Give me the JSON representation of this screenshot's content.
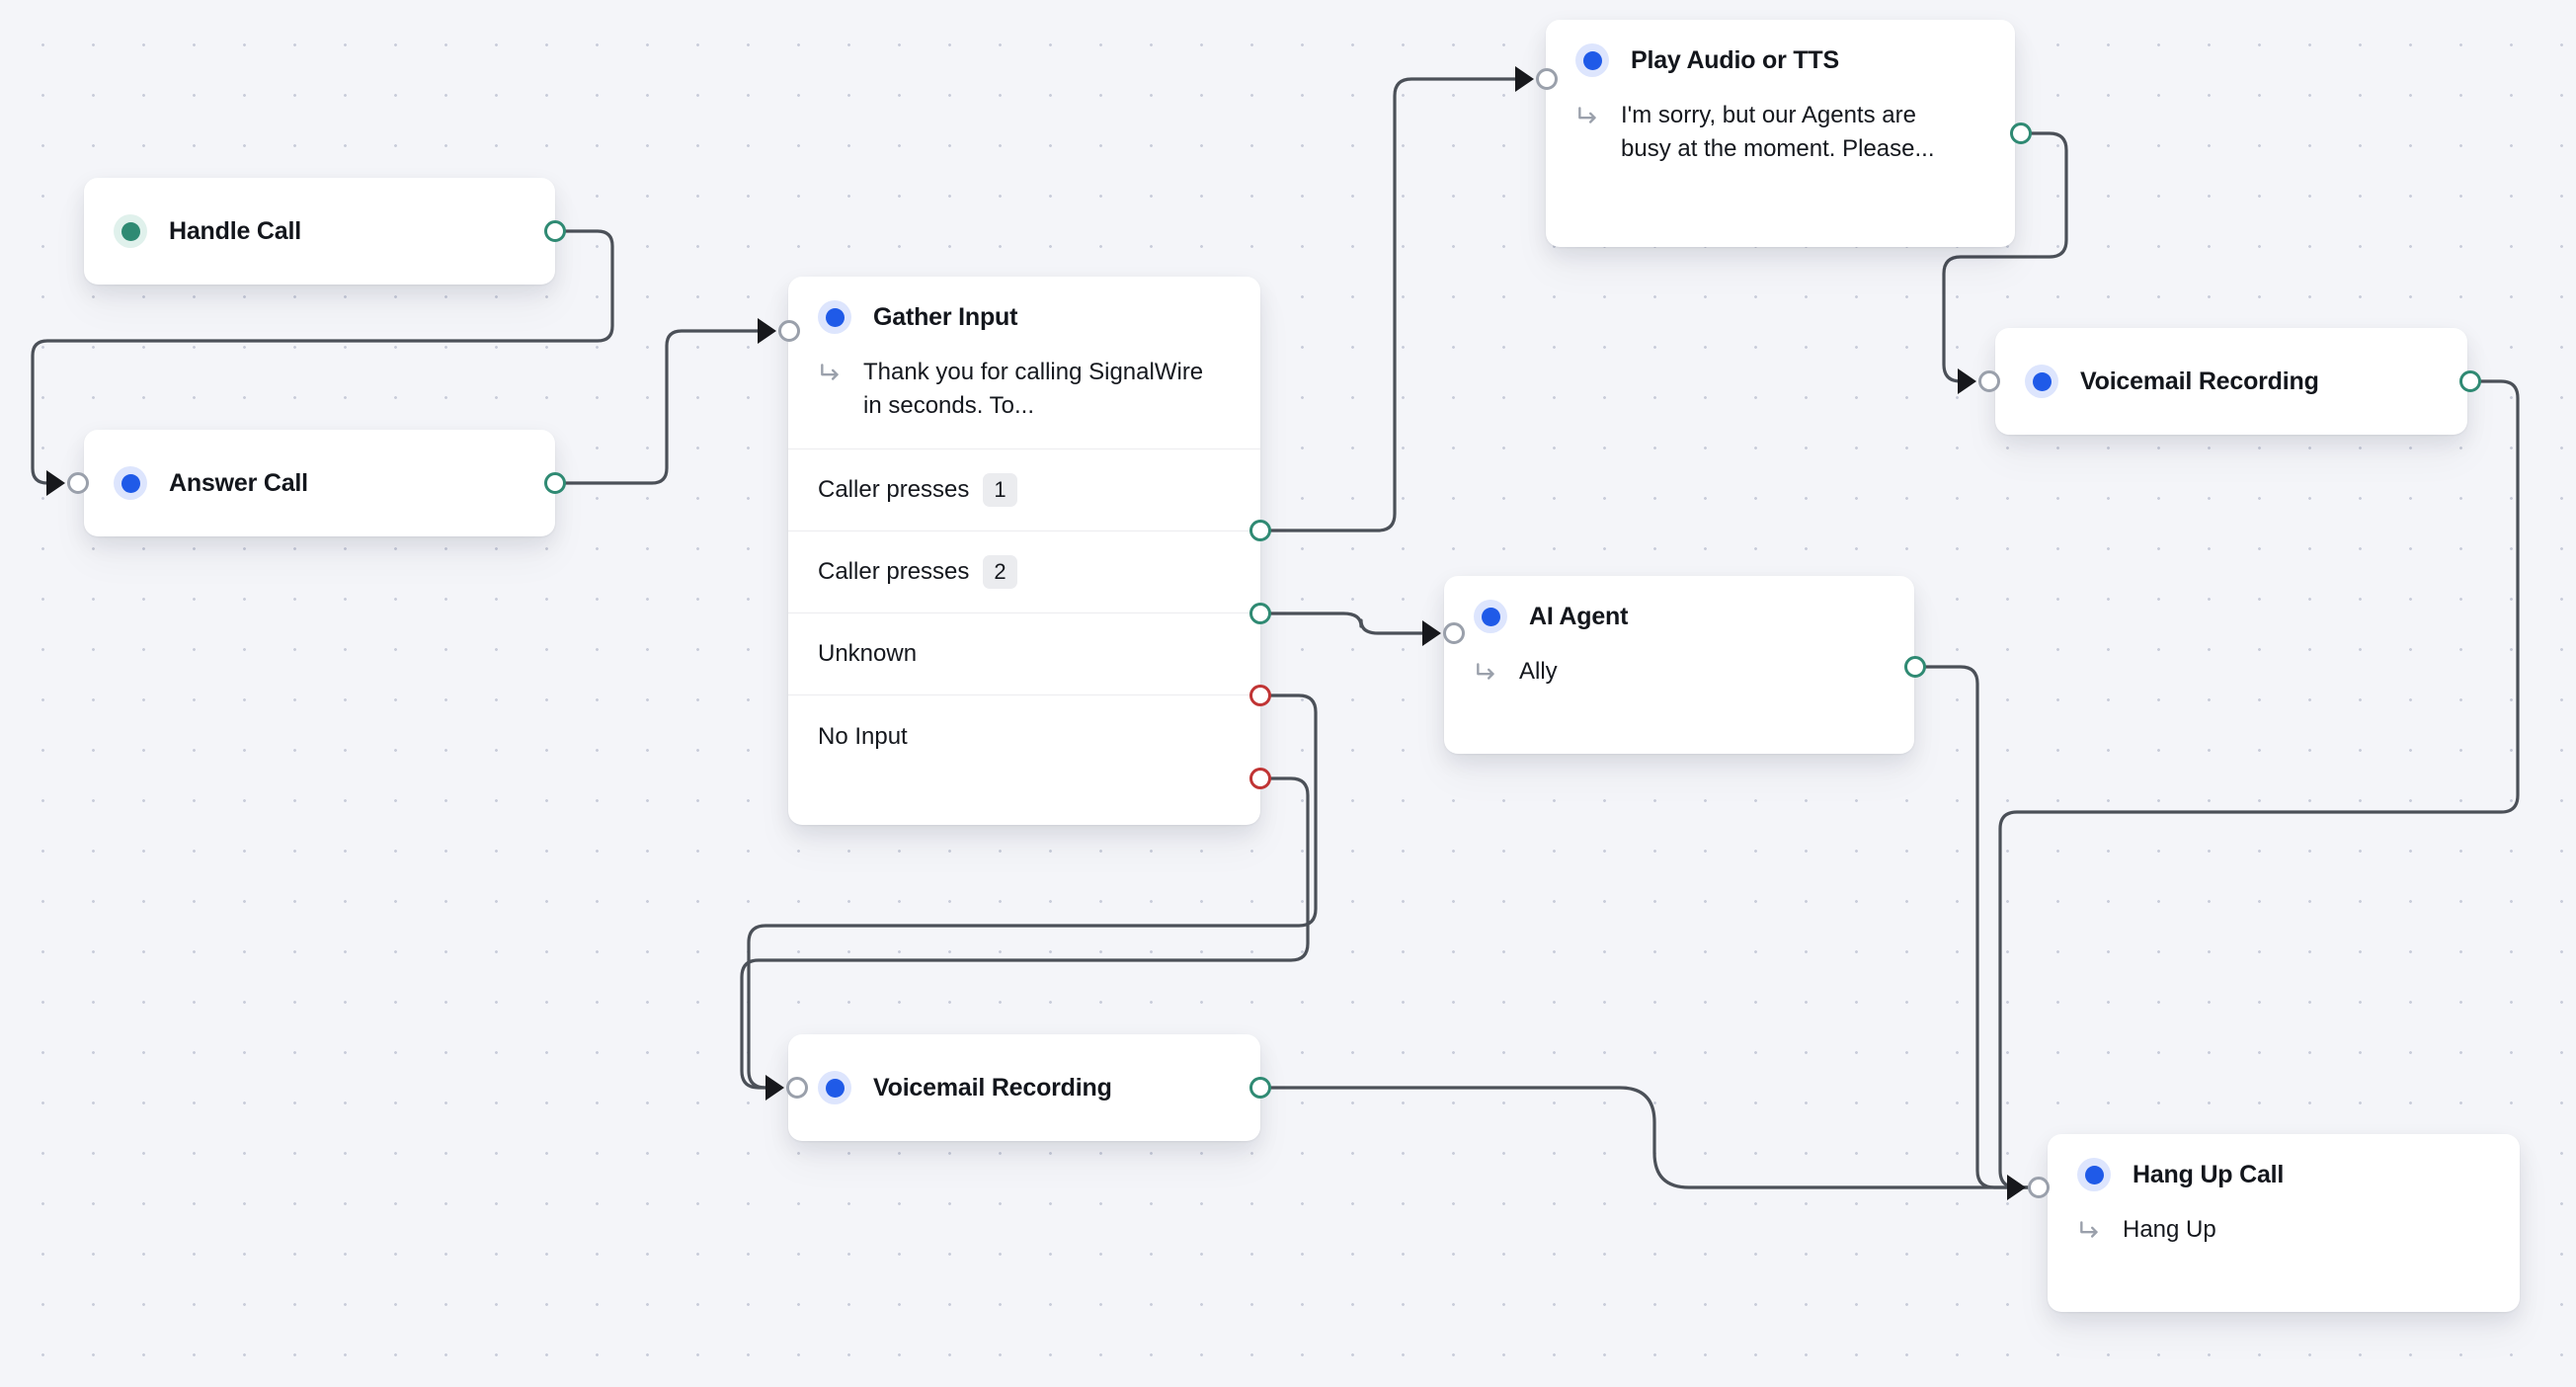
{
  "canvas": {
    "background_color": "#f4f5f9",
    "grid": "dot-grid",
    "edge_color": "#4b5058"
  },
  "palette": {
    "trigger_dot": "#2f8a73",
    "action_dot": "#1f5ae8",
    "port_success": "#2f8a73",
    "port_error": "#c03434",
    "port_input": "#9aa0ab",
    "badge_bg": "#ebecef",
    "card_bg": "#ffffff"
  },
  "nodes": [
    {
      "id": "handle-call",
      "title": "Handle Call",
      "dot": "green",
      "subtitle": null,
      "has_input": false,
      "branches": []
    },
    {
      "id": "answer-call",
      "title": "Answer Call",
      "dot": "blue",
      "subtitle": null,
      "has_input": true,
      "branches": []
    },
    {
      "id": "gather-input",
      "title": "Gather Input",
      "dot": "blue",
      "subtitle": "Thank you for calling SignalWire in seconds. To...",
      "has_input": true,
      "branches": [
        {
          "label": "Caller presses",
          "badge": "1",
          "port": "green"
        },
        {
          "label": "Caller presses",
          "badge": "2",
          "port": "green"
        },
        {
          "label": "Unknown",
          "badge": null,
          "port": "red"
        },
        {
          "label": "No Input",
          "badge": null,
          "port": "red"
        }
      ]
    },
    {
      "id": "play-audio-tts",
      "title": "Play Audio or TTS",
      "dot": "blue",
      "subtitle": "I'm sorry, but our Agents are busy at the moment. Please...",
      "has_input": true,
      "branches": []
    },
    {
      "id": "voicemail-recording-top",
      "title": "Voicemail Recording",
      "dot": "blue",
      "subtitle": null,
      "has_input": true,
      "branches": []
    },
    {
      "id": "ai-agent",
      "title": "AI Agent",
      "dot": "blue",
      "subtitle": "Ally",
      "has_input": true,
      "branches": []
    },
    {
      "id": "voicemail-recording-bottom",
      "title": "Voicemail Recording",
      "dot": "blue",
      "subtitle": null,
      "has_input": true,
      "branches": []
    },
    {
      "id": "hang-up-call",
      "title": "Hang Up Call",
      "dot": "blue",
      "subtitle": "Hang Up",
      "has_input": true,
      "branches": []
    }
  ],
  "edges": [
    {
      "from": "handle-call",
      "to": "answer-call"
    },
    {
      "from": "answer-call",
      "to": "gather-input"
    },
    {
      "from": "gather-input.caller-presses-1",
      "to": "play-audio-tts"
    },
    {
      "from": "gather-input.caller-presses-2",
      "to": "ai-agent"
    },
    {
      "from": "gather-input.unknown",
      "to": "voicemail-recording-bottom"
    },
    {
      "from": "gather-input.no-input",
      "to": "voicemail-recording-bottom"
    },
    {
      "from": "play-audio-tts",
      "to": "voicemail-recording-top"
    },
    {
      "from": "voicemail-recording-top",
      "to": "hang-up-call"
    },
    {
      "from": "ai-agent",
      "to": "hang-up-call"
    },
    {
      "from": "voicemail-recording-bottom",
      "to": "hang-up-call"
    }
  ],
  "icons": {
    "subtitle_arrow": "arrow-turn-down-right-icon"
  }
}
